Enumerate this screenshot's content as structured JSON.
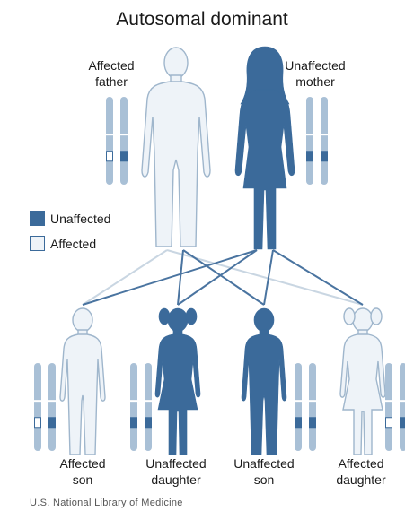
{
  "title": "Autosomal dominant",
  "parents": {
    "father": {
      "line1": "Affected",
      "line2": "father",
      "status": "affected"
    },
    "mother": {
      "line1": "Unaffected",
      "line2": "mother",
      "status": "unaffected"
    }
  },
  "legend": {
    "unaffected": "Unaffected",
    "affected": "Affected"
  },
  "children": [
    {
      "line1": "Affected",
      "line2": "son",
      "status": "affected"
    },
    {
      "line1": "Unaffected",
      "line2": "daughter",
      "status": "unaffected"
    },
    {
      "line1": "Unaffected",
      "line2": "son",
      "status": "unaffected"
    },
    {
      "line1": "Affected",
      "line2": "daughter",
      "status": "affected"
    }
  ],
  "credit": "U.S. National Library of Medicine",
  "colors": {
    "dark_blue": "#3b6a9a",
    "light_figure": "#eef3f8",
    "figure_outline": "#9fb6cc",
    "chromosome": "#a9c0d6",
    "line_dark": "#4a74a0",
    "line_light": "#c9d6e2"
  }
}
